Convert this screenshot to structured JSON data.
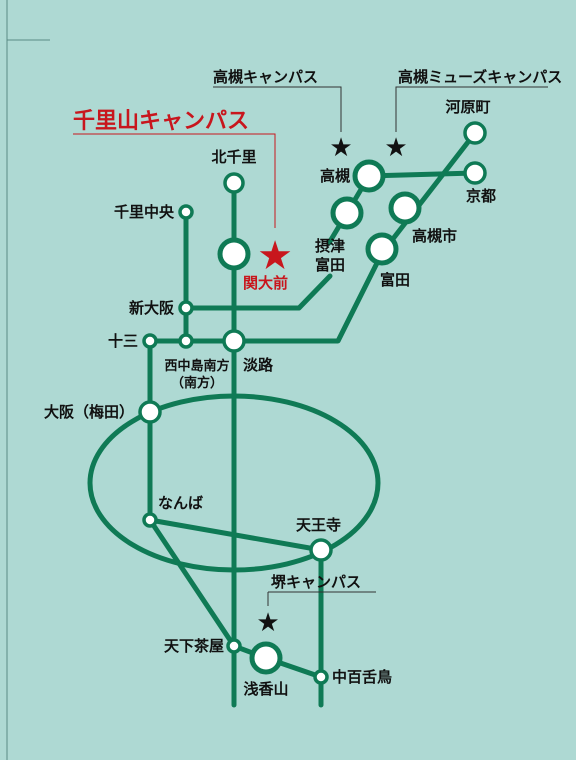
{
  "campuses": {
    "senriyama": "千里山キャンパス",
    "takatsuki": "高槻キャンパス",
    "takatsuki_muse": "高槻ミューズキャンパス",
    "sakai": "堺キャンパス"
  },
  "stations": {
    "kitasenri": "北千里",
    "senri_chuo": "千里中央",
    "kandaimae": "関大前",
    "shin_osaka": "新大阪",
    "juso": "十三",
    "nishinakajima_line1": "西中島南方",
    "nishinakajima_line2": "（南方）",
    "awaji": "淡路",
    "osaka_umeda": "大阪（梅田）",
    "namba": "なんば",
    "tennoji": "天王寺",
    "tengachaya": "天下茶屋",
    "asakayama": "浅香山",
    "mozu": "中百舌鳥",
    "takatsuki": "高槻",
    "settsu_line1": "摂津",
    "settsu_line2": "富田",
    "takatsuki_shi": "高槻市",
    "tonda": "富田",
    "kawaramachi": "河原町",
    "kyoto": "京都"
  },
  "colors": {
    "background": "#aed9d3",
    "line": "#0f7a55",
    "accent_red": "#c8161d",
    "text": "#111111"
  },
  "icons": {
    "campus_marker": "star-icon",
    "main_campus_marker": "red-star-icon"
  }
}
